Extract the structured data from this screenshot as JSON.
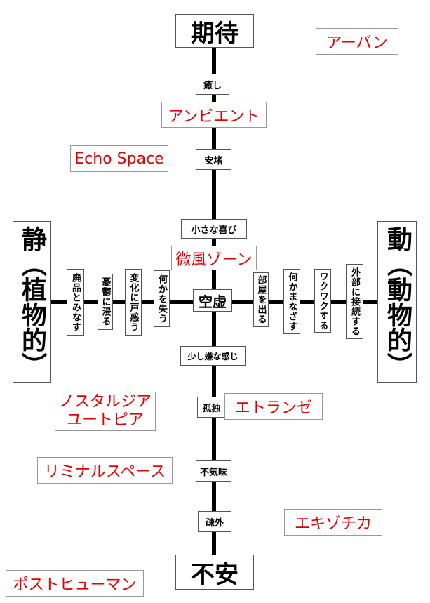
{
  "axes": {
    "top": "期待",
    "bottom": "不安",
    "left": "静（植物的）",
    "right": "動（動物的）",
    "center": "空虚"
  },
  "vertical_labels": {
    "top": [
      "癒し",
      "安堵",
      "小さな喜び"
    ],
    "bottom": [
      "少し嫌な感じ",
      "孤独",
      "不気味",
      "疎外"
    ]
  },
  "horizontal_labels": {
    "left": [
      "廃品とみなす",
      "憂鬱に浸る",
      "変化に戸惑う",
      "何かを失う"
    ],
    "right": [
      "部屋を出る",
      "何かまなざす",
      "ワクワクする",
      "外部に接続する"
    ]
  },
  "genres": {
    "urban": "アーバン",
    "ambient": "アンビエント",
    "echo_space": "Echo Space",
    "breeze_zone": "微風ゾーン",
    "etranger": "エトランゼ",
    "nostalgia_line1": "ノスタルジア",
    "nostalgia_line2": "ユートピア",
    "liminal": "リミナルスペース",
    "exotica": "エキゾチカ",
    "posthuman": "ポストヒューマン"
  },
  "colors": {
    "genre": "#e00000",
    "axis": "#000000"
  }
}
